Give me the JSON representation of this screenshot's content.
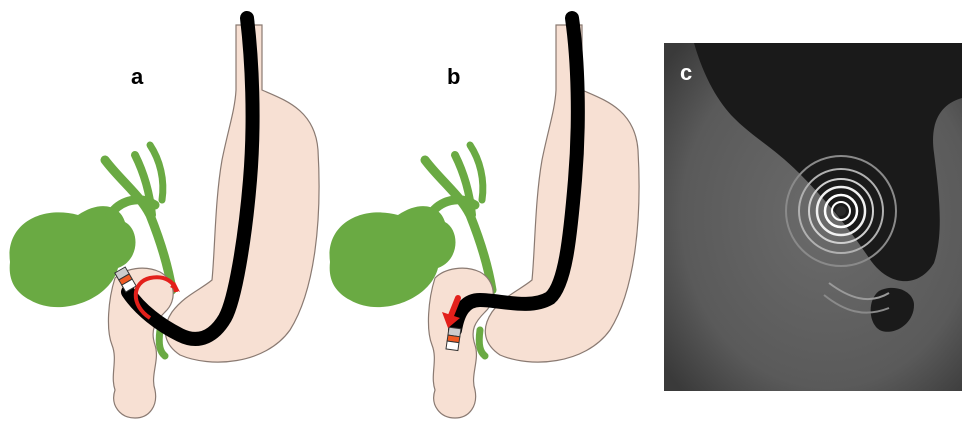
{
  "panels": [
    {
      "label": "a"
    },
    {
      "label": "b"
    },
    {
      "label": "c"
    }
  ],
  "colors": {
    "organ_fill": "#f7e0d3",
    "organ_stroke": "#8a7a72",
    "gallbladder_fill": "#6aaa43",
    "endoscope": "#000000",
    "arrow": "#e3201b",
    "tip_orange": "#f05a24",
    "ultrasound_bg": "#5a5a5a"
  },
  "icons": [
    "rotation-arrow-icon",
    "push-down-arrow-icon",
    "echoendoscope-tip-icon"
  ]
}
